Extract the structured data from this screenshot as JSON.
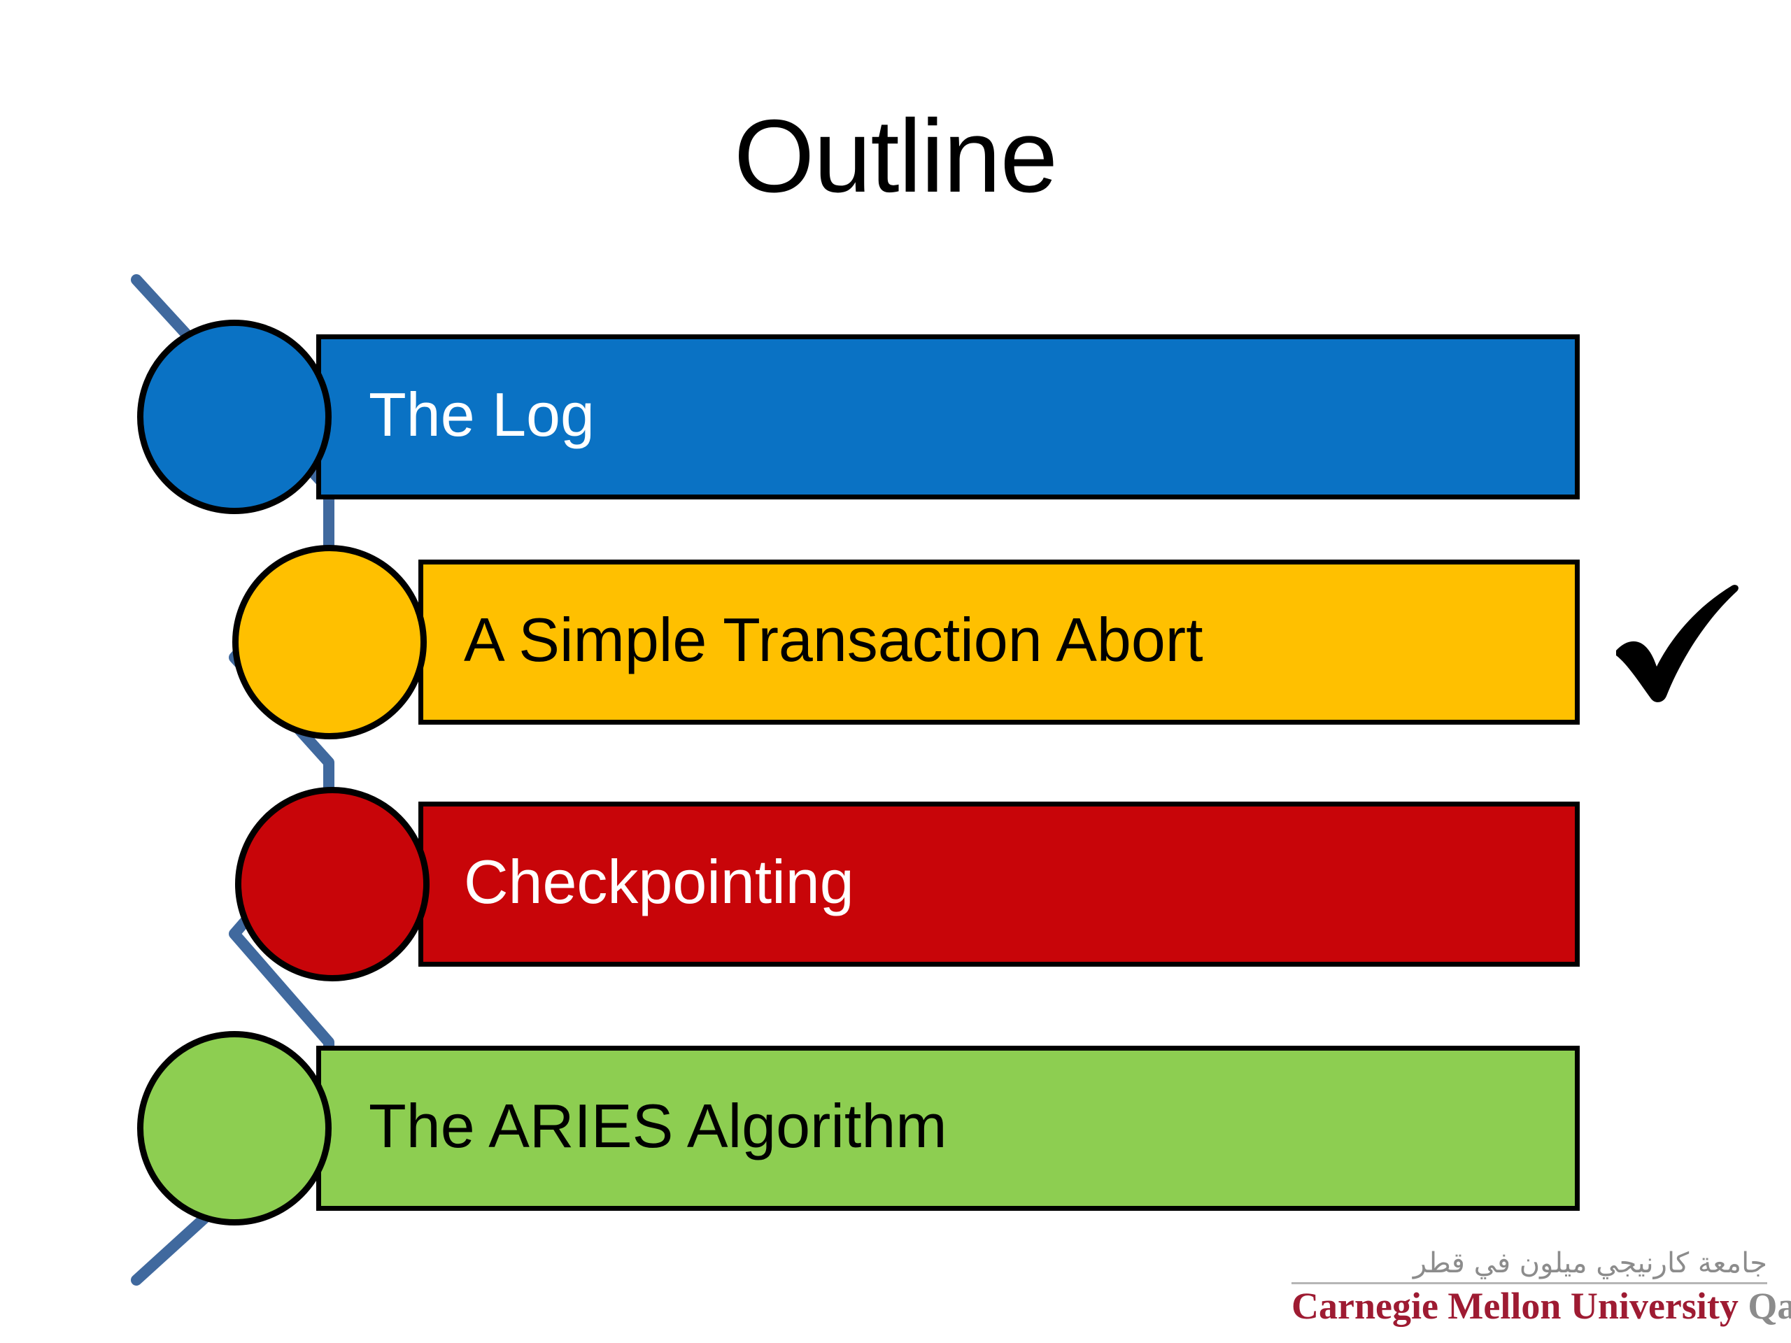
{
  "slide": {
    "title": "Outline",
    "background_color": "#FFFFFF"
  },
  "outline": {
    "items": [
      {
        "label": "The Log",
        "fill_color": "#0A72C4",
        "text_color": "#FFFFFF",
        "bullet_icon": "circle-bullet-icon",
        "checked": false
      },
      {
        "label": "A Simple Transaction Abort",
        "fill_color": "#FFC000",
        "text_color": "#000000",
        "bullet_icon": "circle-bullet-icon",
        "checked": true
      },
      {
        "label": "Checkpointing",
        "fill_color": "#C80509",
        "text_color": "#FFFFFF",
        "bullet_icon": "circle-bullet-icon",
        "checked": false
      },
      {
        "label": "The ARIES Algorithm",
        "fill_color": "#8DCE51",
        "text_color": "#000000",
        "bullet_icon": "circle-bullet-icon",
        "checked": false
      }
    ],
    "connector_color": "#40699E"
  },
  "annotation": {
    "checkmark_icon": "check-mark-icon",
    "checkmark_color": "#000000",
    "marks_item": "A Simple Transaction Abort"
  },
  "logo": {
    "arabic": "جامعة كارنيجي ميلون في قطر",
    "primary": "Carnegie Mellon University",
    "secondary": "Qatar",
    "primary_color": "#9E1B32",
    "secondary_color": "#8C8C8C"
  }
}
